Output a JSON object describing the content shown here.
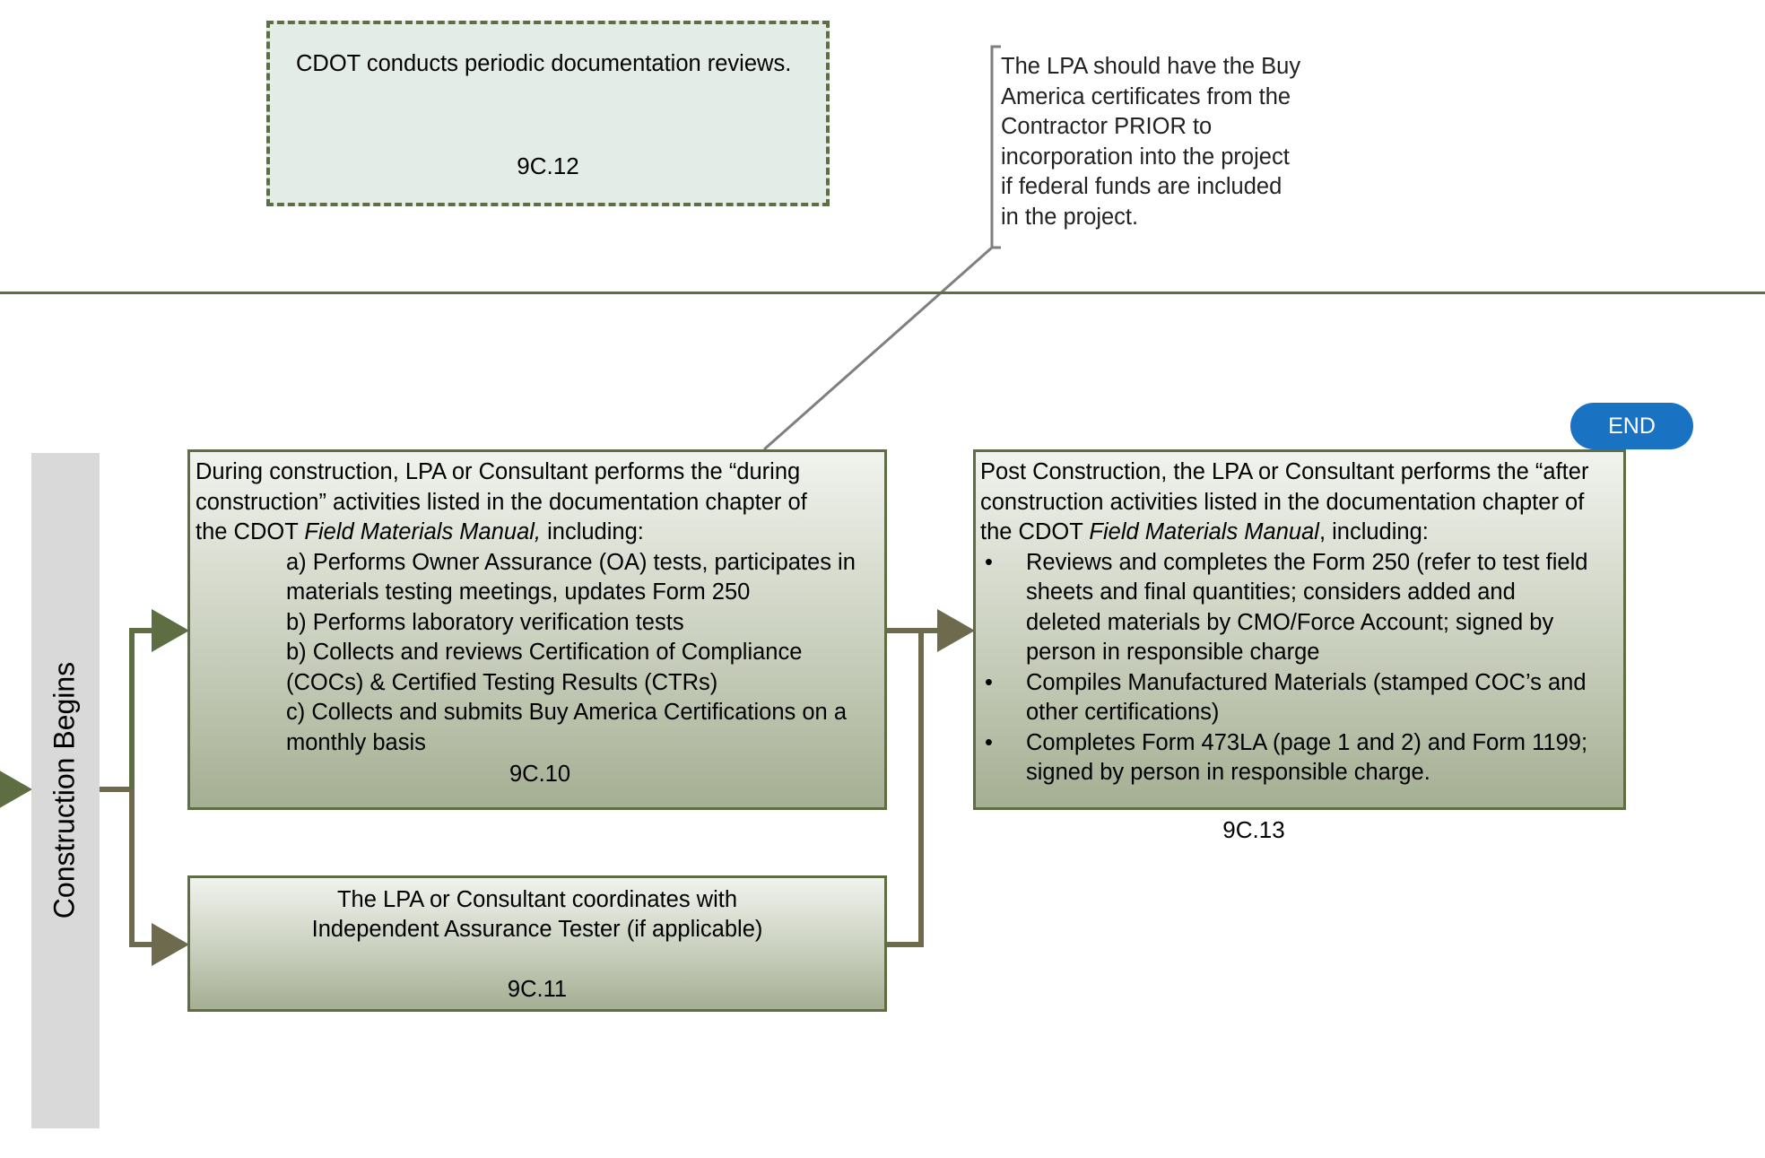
{
  "review": {
    "text": "CDOT conducts periodic documentation reviews.",
    "ref": "9C.12"
  },
  "callout": {
    "lines": [
      "The LPA should have the Buy",
      "America certificates from the",
      "Contractor PRIOR to",
      "incorporation into the project",
      "if federal funds are included",
      "in the project."
    ]
  },
  "start": {
    "label": "Construction Begins"
  },
  "during": {
    "l1": "During construction, LPA or Consultant performs the “during",
    "l2": "construction” activities listed in the documentation chapter of",
    "l3_pre": "the CDOT ",
    "l3_em": "Field Materials Manual,",
    "l3_post": " including:",
    "items": [
      "a) Performs Owner Assurance (OA) tests, participates in",
      "materials testing meetings,  updates Form 250",
      "b) Performs laboratory verification tests",
      "b) Collects and reviews Certification of Compliance",
      "(COCs) & Certified Testing Results (CTRs)",
      "c) Collects and submits Buy America Certifications on a",
      "monthly basis"
    ],
    "ref": "9C.10"
  },
  "ia": {
    "l1": "The LPA or Consultant coordinates with",
    "l2": "Independent Assurance Tester (if applicable)",
    "ref": "9C.11"
  },
  "post": {
    "l1": "Post Construction, the LPA or Consultant performs the “after",
    "l2": "construction activities listed in the documentation chapter of",
    "l3_pre": "the CDOT ",
    "l3_em": "Field Materials Manual",
    "l3_post": ", including:",
    "bullet_char": "•",
    "bullets": [
      [
        "Reviews and completes the Form 250  (refer to test field",
        "sheets and final quantities; considers added and",
        "deleted materials by CMO/Force Account; signed by",
        "person in responsible charge"
      ],
      [
        "Compiles Manufactured Materials (stamped COC’s and",
        "other certifications)"
      ],
      [
        "Completes Form 473LA (page 1 and 2)  and Form 1199;",
        "signed by person in responsible charge."
      ]
    ],
    "ref": "9C.13"
  },
  "end": {
    "label": "END"
  },
  "colors": {
    "green_dark": "#5f6e42",
    "olive_connector": "#6e6a4e",
    "end_blue": "#1a72c2",
    "callout_gray": "#7f7f7f"
  }
}
